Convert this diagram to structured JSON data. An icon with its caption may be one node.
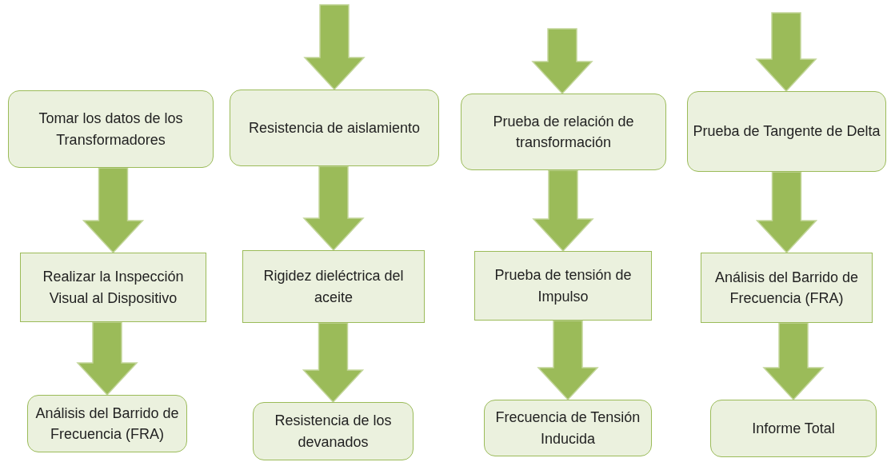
{
  "diagram": {
    "nodes": [
      {
        "text": [
          "Tomar los datos de los Transformadores"
        ]
      },
      {
        "text": [
          "Realizar la Inspección Visual al Dispositivo"
        ]
      },
      {
        "text": [
          "Análisis del Barrido de Frecuencia (FRA)"
        ]
      },
      {
        "text": [
          "Resistencia de aislamiento"
        ]
      },
      {
        "text": [
          "Rigidez dieléctrica del aceite"
        ]
      },
      {
        "text": [
          "Resistencia de los devanados"
        ]
      },
      {
        "text": [
          "Prueba de relación de transformación"
        ]
      },
      {
        "text": [
          "Prueba de tensión de Impulso"
        ]
      },
      {
        "text": [
          "Frecuencia de Tensión Inducida"
        ]
      },
      {
        "text": [
          "Prueba de Tangente de Delta"
        ]
      },
      {
        "text": [
          "Análisis del Barrido de Frecuencia (FRA)"
        ]
      },
      {
        "text": [
          "Informe Total"
        ]
      }
    ],
    "edges": [
      {
        "from": 0,
        "to": 1,
        "arrow": "to"
      },
      {
        "from": 1,
        "to": 2,
        "arrow": "to"
      },
      {
        "from": null,
        "to": 3,
        "arrow": "to"
      },
      {
        "from": 3,
        "to": 4,
        "arrow": "to"
      },
      {
        "from": 4,
        "to": 5,
        "arrow": "to"
      },
      {
        "from": null,
        "to": 6,
        "arrow": "to"
      },
      {
        "from": 6,
        "to": 7,
        "arrow": "to"
      },
      {
        "from": 7,
        "to": 8,
        "arrow": "to"
      },
      {
        "from": null,
        "to": 9,
        "arrow": "to"
      },
      {
        "from": 9,
        "to": 10,
        "arrow": "to"
      },
      {
        "from": 10,
        "to": 11,
        "arrow": "to"
      }
    ]
  }
}
